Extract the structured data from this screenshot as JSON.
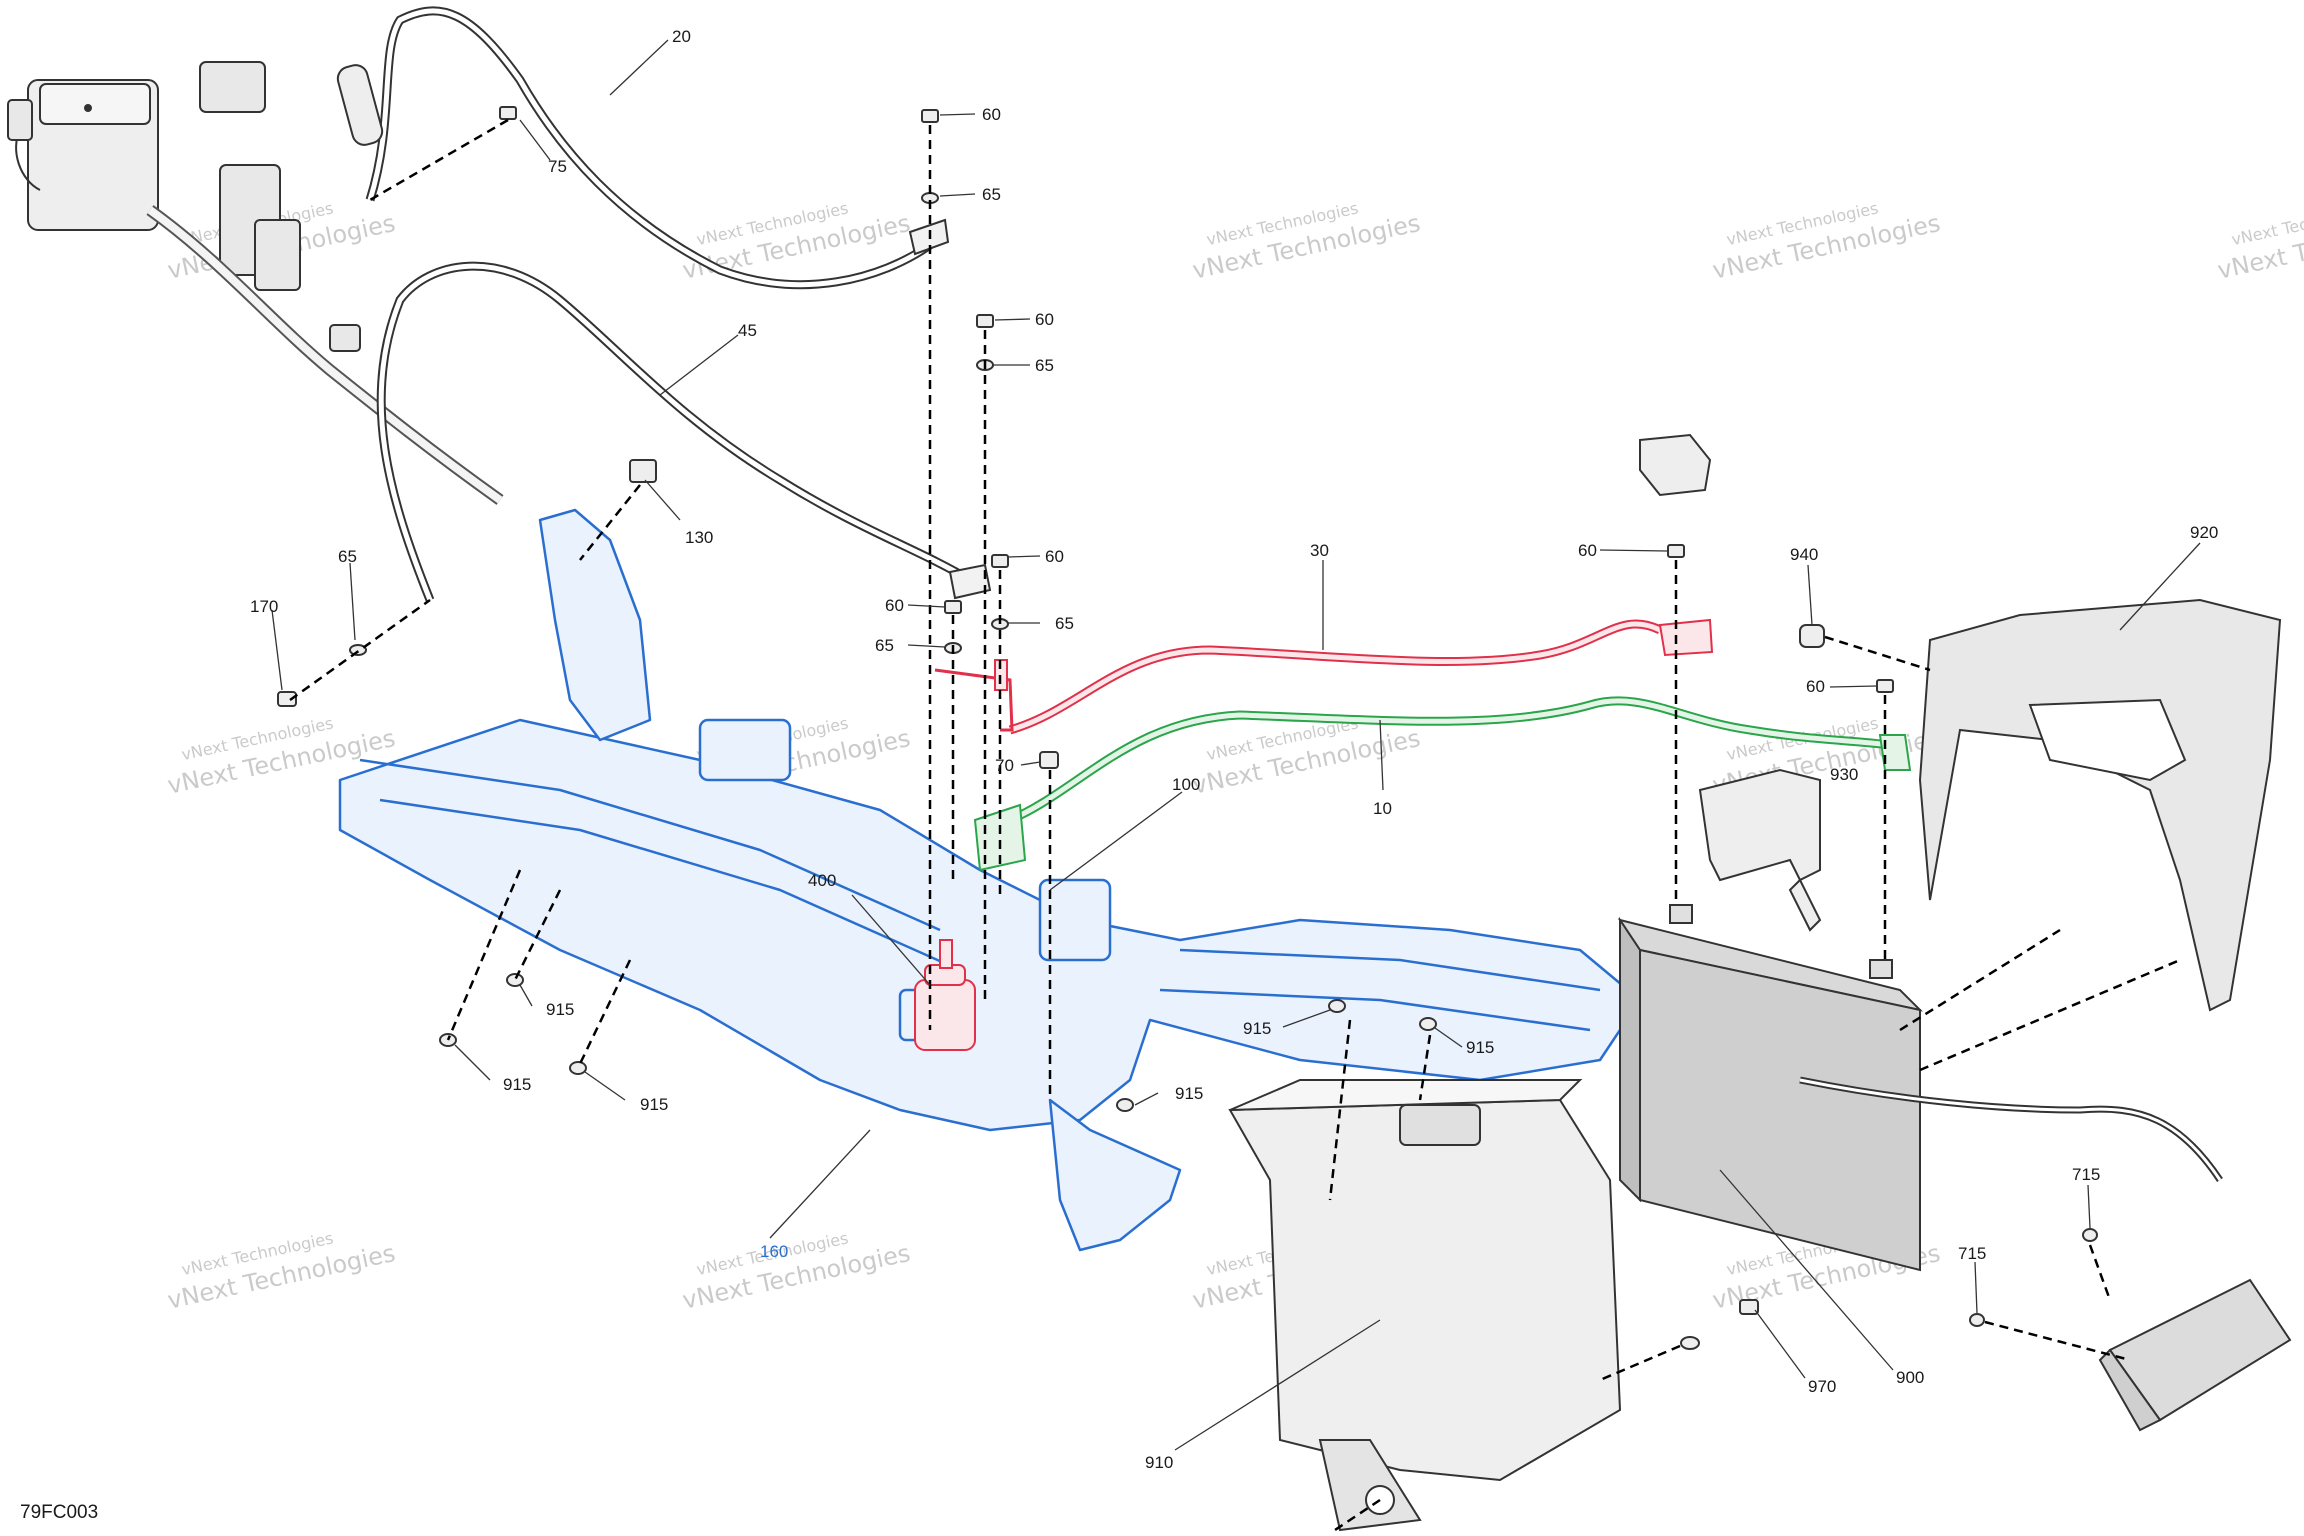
{
  "diagram": {
    "code": "79FC003",
    "watermark": {
      "line1": "vNext Technologies",
      "line2": "vNext Technologies"
    },
    "callouts": {
      "c10": "10",
      "c20": "20",
      "c30": "30",
      "c45": "45",
      "c60a": "60",
      "c60b": "60",
      "c60c": "60",
      "c60d": "60",
      "c60e": "60",
      "c60f": "60",
      "c65a": "65",
      "c65b": "65",
      "c65c": "65",
      "c65d": "65",
      "c65e": "65",
      "c70": "70",
      "c75": "75",
      "c100": "100",
      "c130": "130",
      "c160": "160",
      "c170": "170",
      "c400": "400",
      "c715a": "715",
      "c715b": "715",
      "c900": "900",
      "c910": "910",
      "c915a": "915",
      "c915b": "915",
      "c915c": "915",
      "c915d": "915",
      "c915e": "915",
      "c915f": "915",
      "c920": "920",
      "c930": "930",
      "c940": "940",
      "c970": "970"
    },
    "colors": {
      "frame": "#2a6fd0",
      "cable_positive": "#e0304a",
      "cable_negative": "#2aa54a",
      "line": "#333333",
      "part_fill": "#e6e6e6"
    }
  }
}
